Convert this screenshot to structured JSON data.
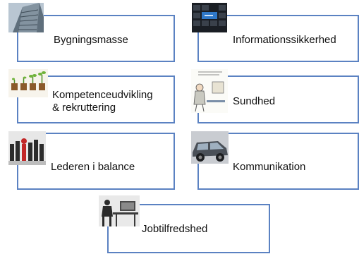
{
  "tiles": [
    {
      "label": "Bygningsmasse",
      "icon": "building-photo-icon"
    },
    {
      "label": "Informationssikkerhed",
      "icon": "keyboard-photo-icon"
    },
    {
      "label": "Kompetenceudvikling\n& rekruttering",
      "label_line1": "Kompetenceudvikling",
      "label_line2": "& rekruttering",
      "icon": "seedlings-photo-icon"
    },
    {
      "label": "Sundhed",
      "icon": "cartoon-photo-icon"
    },
    {
      "label": "Lederen i balance",
      "icon": "chess-pieces-photo-icon"
    },
    {
      "label": "Kommunikation",
      "icon": "car-photo-icon"
    },
    {
      "label": "Jobtilfredshed",
      "icon": "office-worker-photo-icon"
    }
  ],
  "colors": {
    "border": "#5b82c2",
    "text": "#111111"
  }
}
